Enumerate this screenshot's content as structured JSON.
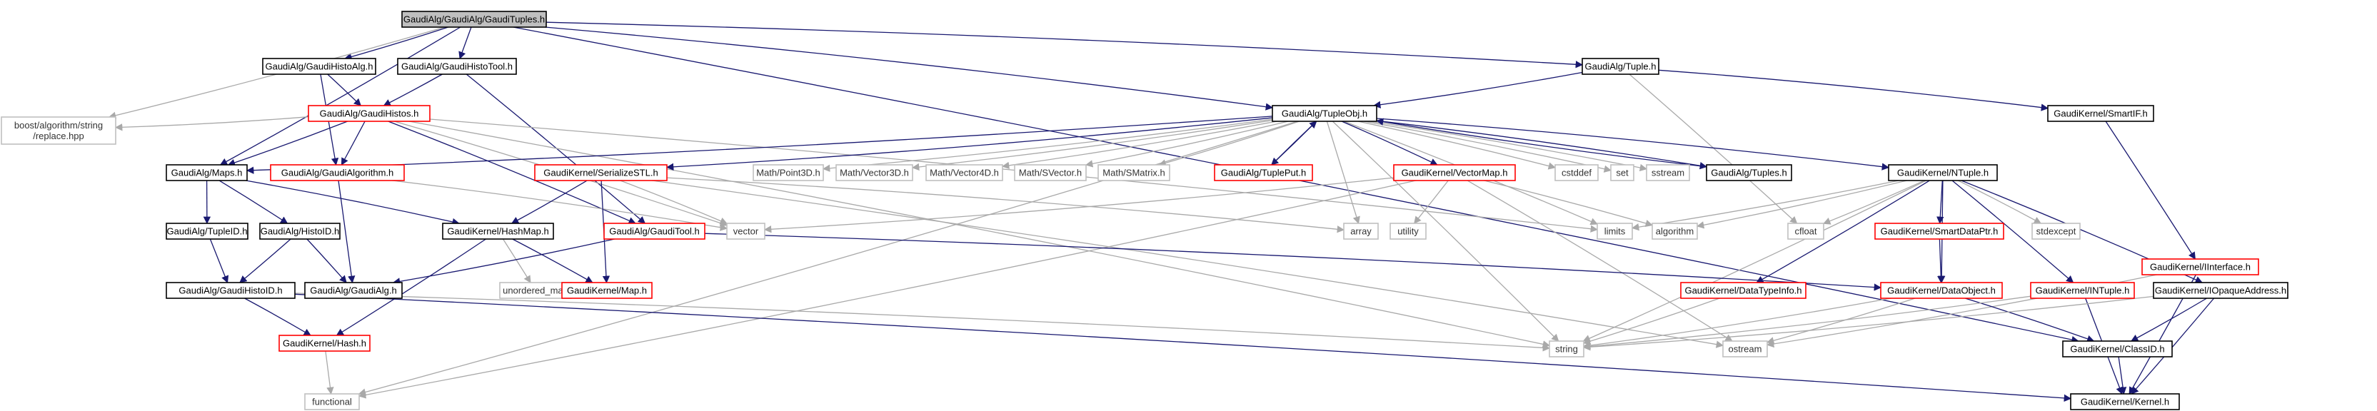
{
  "title": "GaudiAlg/GaudiAlg/GaudiTuples.h",
  "colors": {
    "root_fill": "#bfbfbf",
    "documented_border": "#000000",
    "undocumented_border": "#ff0000",
    "system_border": "#bfbfbf",
    "edge": "#191970",
    "system_edge": "#a9a9a9"
  },
  "nodes": [
    {
      "id": "gaudituples",
      "label": "GaudiAlg/GaudiAlg/GaudiTuples.h",
      "kind": "root"
    },
    {
      "id": "histoalg",
      "label": "GaudiAlg/GaudiHistoAlg.h",
      "kind": "doc"
    },
    {
      "id": "histotool",
      "label": "GaudiAlg/GaudiHistoTool.h",
      "kind": "doc"
    },
    {
      "id": "tuple",
      "label": "GaudiAlg/Tuple.h",
      "kind": "doc"
    },
    {
      "id": "boostreplace",
      "label": "boost/algorithm/string\n/replace.hpp",
      "kind": "sys"
    },
    {
      "id": "gaudihistos",
      "label": "GaudiAlg/GaudiHistos.h",
      "kind": "red"
    },
    {
      "id": "tupleobj",
      "label": "GaudiAlg/TupleObj.h",
      "kind": "doc"
    },
    {
      "id": "smartif",
      "label": "GaudiKernel/SmartIF.h",
      "kind": "doc"
    },
    {
      "id": "maps",
      "label": "GaudiAlg/Maps.h",
      "kind": "doc"
    },
    {
      "id": "gaudialgorithm",
      "label": "GaudiAlg/GaudiAlgorithm.h",
      "kind": "red"
    },
    {
      "id": "serializestl",
      "label": "GaudiKernel/SerializeSTL.h",
      "kind": "red"
    },
    {
      "id": "point3d",
      "label": "Math/Point3D.h",
      "kind": "sys"
    },
    {
      "id": "vector3d",
      "label": "Math/Vector3D.h",
      "kind": "sys"
    },
    {
      "id": "vector4d",
      "label": "Math/Vector4D.h",
      "kind": "sys"
    },
    {
      "id": "svector",
      "label": "Math/SVector.h",
      "kind": "sys"
    },
    {
      "id": "smatrix",
      "label": "Math/SMatrix.h",
      "kind": "sys"
    },
    {
      "id": "tupleput",
      "label": "GaudiAlg/TuplePut.h",
      "kind": "red"
    },
    {
      "id": "vectormap",
      "label": "GaudiKernel/VectorMap.h",
      "kind": "red"
    },
    {
      "id": "cstddef",
      "label": "cstddef",
      "kind": "sys"
    },
    {
      "id": "set",
      "label": "set",
      "kind": "sys"
    },
    {
      "id": "sstream",
      "label": "sstream",
      "kind": "sys"
    },
    {
      "id": "tuples",
      "label": "GaudiAlg/Tuples.h",
      "kind": "doc"
    },
    {
      "id": "ntuple",
      "label": "GaudiKernel/NTuple.h",
      "kind": "doc"
    },
    {
      "id": "iinterface",
      "label": "GaudiKernel/IInterface.h",
      "kind": "red"
    },
    {
      "id": "tupleid",
      "label": "GaudiAlg/TupleID.h",
      "kind": "doc"
    },
    {
      "id": "histoid",
      "label": "GaudiAlg/HistoID.h",
      "kind": "doc"
    },
    {
      "id": "hashmap",
      "label": "GaudiKernel/HashMap.h",
      "kind": "doc"
    },
    {
      "id": "vector",
      "label": "vector",
      "kind": "sys"
    },
    {
      "id": "gauditool",
      "label": "GaudiAlg/GaudiTool.h",
      "kind": "red"
    },
    {
      "id": "array",
      "label": "array",
      "kind": "sys"
    },
    {
      "id": "utility",
      "label": "utility",
      "kind": "sys"
    },
    {
      "id": "limits",
      "label": "limits",
      "kind": "sys"
    },
    {
      "id": "algorithm",
      "label": "algorithm",
      "kind": "sys"
    },
    {
      "id": "cfloat",
      "label": "cfloat",
      "kind": "sys"
    },
    {
      "id": "smartdataptr",
      "label": "GaudiKernel/SmartDataPtr.h",
      "kind": "red"
    },
    {
      "id": "stdexcept",
      "label": "stdexcept",
      "kind": "sys"
    },
    {
      "id": "gaudihistoid",
      "label": "GaudiAlg/GaudiHistoID.h",
      "kind": "doc"
    },
    {
      "id": "gaudialg",
      "label": "GaudiAlg/GaudiAlg.h",
      "kind": "doc"
    },
    {
      "id": "unordered_map",
      "label": "unordered_map",
      "kind": "sys"
    },
    {
      "id": "kmap",
      "label": "GaudiKernel/Map.h",
      "kind": "red"
    },
    {
      "id": "datatypeinfo",
      "label": "GaudiKernel/DataTypeInfo.h",
      "kind": "red"
    },
    {
      "id": "dataobject",
      "label": "GaudiKernel/DataObject.h",
      "kind": "red"
    },
    {
      "id": "intuple",
      "label": "GaudiKernel/INTuple.h",
      "kind": "red"
    },
    {
      "id": "iopaqueaddress",
      "label": "GaudiKernel/IOpaqueAddress.h",
      "kind": "doc"
    },
    {
      "id": "hash",
      "label": "GaudiKernel/Hash.h",
      "kind": "red"
    },
    {
      "id": "string",
      "label": "string",
      "kind": "sys"
    },
    {
      "id": "ostream",
      "label": "ostream",
      "kind": "sys"
    },
    {
      "id": "classid",
      "label": "GaudiKernel/ClassID.h",
      "kind": "doc"
    },
    {
      "id": "functional",
      "label": "functional",
      "kind": "sys"
    },
    {
      "id": "kernel",
      "label": "GaudiKernel/Kernel.h",
      "kind": "doc"
    }
  ],
  "edges": [
    [
      "gaudituples",
      "histoalg"
    ],
    [
      "gaudituples",
      "histotool"
    ],
    [
      "gaudituples",
      "tuple"
    ],
    [
      "gaudituples",
      "boostreplace"
    ],
    [
      "gaudituples",
      "maps"
    ],
    [
      "gaudituples",
      "tupleobj"
    ],
    [
      "gaudituples",
      "classid"
    ],
    [
      "histoalg",
      "gaudihistos"
    ],
    [
      "histoalg",
      "gaudialgorithm"
    ],
    [
      "histotool",
      "gaudihistos"
    ],
    [
      "histotool",
      "gauditool"
    ],
    [
      "tuple",
      "tupleobj"
    ],
    [
      "tuple",
      "smartif"
    ],
    [
      "tuple",
      "cfloat"
    ],
    [
      "gaudihistos",
      "boostreplace"
    ],
    [
      "gaudihistos",
      "maps"
    ],
    [
      "gaudihistos",
      "gaudialgorithm"
    ],
    [
      "gaudihistos",
      "gauditool"
    ],
    [
      "gaudihistos",
      "vector"
    ],
    [
      "gaudihistos",
      "limits"
    ],
    [
      "gaudihistos",
      "string"
    ],
    [
      "tupleobj",
      "maps"
    ],
    [
      "tupleobj",
      "serializestl"
    ],
    [
      "tupleobj",
      "point3d"
    ],
    [
      "tupleobj",
      "vector3d"
    ],
    [
      "tupleobj",
      "vector4d"
    ],
    [
      "tupleobj",
      "svector"
    ],
    [
      "tupleobj",
      "smatrix"
    ],
    [
      "tupleobj",
      "tupleput"
    ],
    [
      "tupleobj",
      "vectormap"
    ],
    [
      "tupleobj",
      "cstddef"
    ],
    [
      "tupleobj",
      "set"
    ],
    [
      "tupleobj",
      "sstream"
    ],
    [
      "tupleobj",
      "tuples"
    ],
    [
      "tupleobj",
      "ntuple"
    ],
    [
      "tupleobj",
      "array"
    ],
    [
      "tupleobj",
      "limits"
    ],
    [
      "tupleobj",
      "string"
    ],
    [
      "tupleobj",
      "functional"
    ],
    [
      "tupleput",
      "tupleobj"
    ],
    [
      "tuples",
      "tupleobj"
    ],
    [
      "smartif",
      "iinterface"
    ],
    [
      "maps",
      "tupleid"
    ],
    [
      "maps",
      "histoid"
    ],
    [
      "maps",
      "hashmap"
    ],
    [
      "gaudialgorithm",
      "gaudialg"
    ],
    [
      "gaudialgorithm",
      "vector"
    ],
    [
      "serializestl",
      "hashmap"
    ],
    [
      "serializestl",
      "vector"
    ],
    [
      "serializestl",
      "array"
    ],
    [
      "serializestl",
      "kmap"
    ],
    [
      "serializestl",
      "ostream"
    ],
    [
      "vectormap",
      "vector"
    ],
    [
      "vectormap",
      "utility"
    ],
    [
      "vectormap",
      "algorithm"
    ],
    [
      "vectormap",
      "functional"
    ],
    [
      "vectormap",
      "ostream"
    ],
    [
      "ntuple",
      "limits"
    ],
    [
      "ntuple",
      "algorithm"
    ],
    [
      "ntuple",
      "cfloat"
    ],
    [
      "ntuple",
      "smartdataptr"
    ],
    [
      "ntuple",
      "stdexcept"
    ],
    [
      "ntuple",
      "datatypeinfo"
    ],
    [
      "ntuple",
      "dataobject"
    ],
    [
      "ntuple",
      "intuple"
    ],
    [
      "ntuple",
      "iopaqueaddress"
    ],
    [
      "ntuple",
      "string"
    ],
    [
      "iinterface",
      "kernel"
    ],
    [
      "iinterface",
      "ostream"
    ],
    [
      "tupleid",
      "gaudihistoid"
    ],
    [
      "histoid",
      "gaudihistoid"
    ],
    [
      "histoid",
      "gaudialg"
    ],
    [
      "hashmap",
      "unordered_map"
    ],
    [
      "hashmap",
      "kmap"
    ],
    [
      "hashmap",
      "hash"
    ],
    [
      "gauditool",
      "gaudialg"
    ],
    [
      "gauditool",
      "dataobject"
    ],
    [
      "smartdataptr",
      "dataobject"
    ],
    [
      "gaudihistoid",
      "hash"
    ],
    [
      "gaudihistoid",
      "string"
    ],
    [
      "gaudihistoid",
      "kernel"
    ],
    [
      "datatypeinfo",
      "string"
    ],
    [
      "dataobject",
      "classid"
    ],
    [
      "dataobject",
      "string"
    ],
    [
      "dataobject",
      "ostream"
    ],
    [
      "intuple",
      "string"
    ],
    [
      "intuple",
      "kernel"
    ],
    [
      "iopaqueaddress",
      "string"
    ],
    [
      "iopaqueaddress",
      "classid"
    ],
    [
      "iopaqueaddress",
      "kernel"
    ],
    [
      "hash",
      "functional"
    ],
    [
      "classid",
      "kernel"
    ]
  ]
}
